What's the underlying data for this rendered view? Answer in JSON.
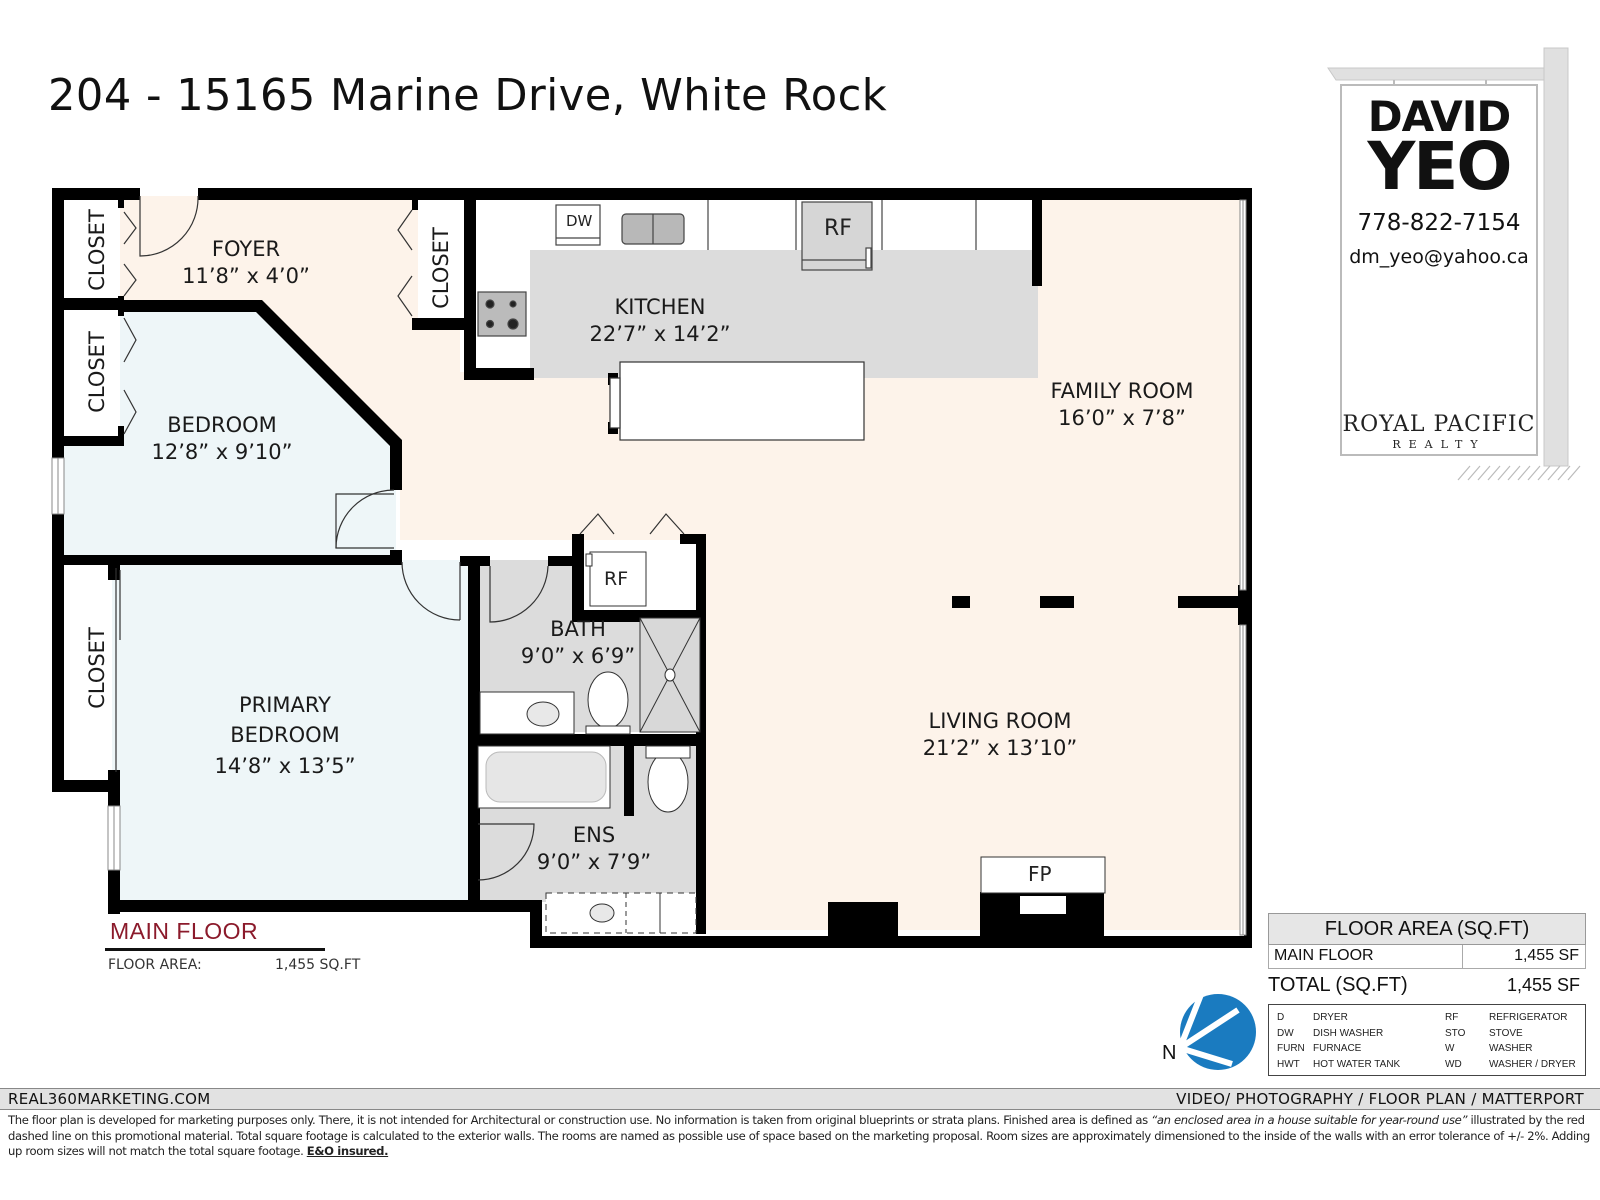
{
  "title": "204 - 15165 Marine Drive, White Rock",
  "rooms": {
    "foyer": {
      "name": "FOYER",
      "dim": "11’8” x 4’0”"
    },
    "kitchen": {
      "name": "KITCHEN",
      "dim": "22’7” x 14’2”"
    },
    "family_room": {
      "name": "FAMILY ROOM",
      "dim": "16’0” x 7’8”"
    },
    "bedroom": {
      "name": "BEDROOM",
      "dim": "12’8” x 9’10”"
    },
    "primary_bedroom": {
      "name1": "PRIMARY",
      "name2": "BEDROOM",
      "dim": "14’8” x 13’5”"
    },
    "bath": {
      "name": "BATH",
      "dim": "9’0” x 6’9”"
    },
    "ens": {
      "name": "ENS",
      "dim": "9’0” x 7’9”"
    },
    "living_room": {
      "name": "LIVING ROOM",
      "dim": "21’2” x 13’10”"
    }
  },
  "closets": [
    "CLOSET",
    "CLOSET",
    "CLOSET",
    "CLOSET"
  ],
  "appliances": {
    "dishwasher": "DW",
    "kitchen_fridge": "RF",
    "hall_fridge": "RF",
    "fireplace": "FP"
  },
  "floor_label": {
    "name": "MAIN FLOOR",
    "area_label": "FLOOR AREA:",
    "area_value": "1,455 SQ.FT"
  },
  "agent_sign": {
    "first_name": "DAVID",
    "last_name": "YEO",
    "phone": "778-822-7154",
    "email": "dm_yeo@yahoo.ca",
    "brokerage": "ROYAL PACIFIC",
    "brokerage_sub": "REALTY",
    "logo": "maple-leaf-lion-logo",
    "brand_color": "#8e2a3e"
  },
  "area_table": {
    "header": "FLOOR AREA (SQ.FT)",
    "rows": [
      {
        "label": "MAIN FLOOR",
        "value": "1,455 SF"
      }
    ],
    "total_label": "TOTAL (SQ.FT)",
    "total_value": "1,455 SF"
  },
  "legend": [
    {
      "k1": "D",
      "v1": "DRYER",
      "k2": "RF",
      "v2": "REFRIGERATOR"
    },
    {
      "k1": "DW",
      "v1": "DISH WASHER",
      "k2": "STO",
      "v2": "STOVE"
    },
    {
      "k1": "FURN",
      "v1": "FURNACE",
      "k2": "W",
      "v2": "WASHER"
    },
    {
      "k1": "HWT",
      "v1": "HOT WATER TANK",
      "k2": "WD",
      "v2": "WASHER / DRYER"
    }
  ],
  "compass": {
    "label": "N",
    "icon": "north-arrow-compass-icon",
    "color": "#1a7bc0"
  },
  "footer": {
    "left": "REAL360MARKETING.COM",
    "right": "VIDEO/ PHOTOGRAPHY / FLOOR PLAN / MATTERPORT",
    "disclaimer_1": "The floor plan is developed for marketing purposes only. There, it is not intended for Architectural or construction use. No information is  taken from original blueprints or strata plans. Finished area is defined as  ",
    "disclaimer_quote": "“an enclosed area in a house suitable for year-round use”",
    "disclaimer_2": " illustrated by the red dashed line on this promotional material. Total square footage is calculated to the exterior walls. The rooms are named as possible use of space based on the marketing proposal. Room sizes are approximately dimensioned to the inside of the walls with an error tolerance of +/- 2%. Adding up room sizes will not match the total square footage. ",
    "disclaimer_eo": "E&O insured."
  },
  "colors": {
    "wall": "#000000",
    "living_fill": "#fdf3ea",
    "bedroom_fill": "#eef6f8",
    "wet_fill": "#dcdcdc",
    "floor_title": "#8b1a2b"
  }
}
